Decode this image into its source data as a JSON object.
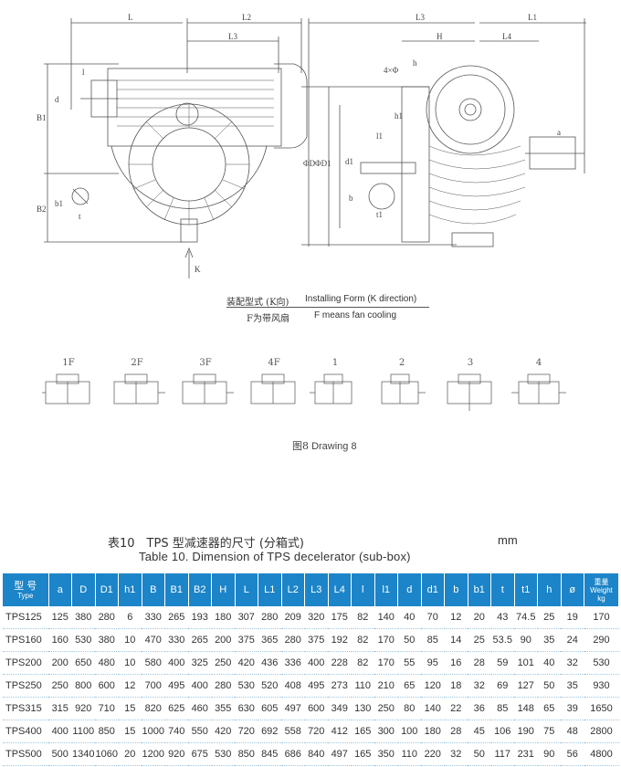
{
  "drawing": {
    "dims_top_left": [
      "L",
      "L2",
      "L3"
    ],
    "dims_top_right": [
      "L3",
      "L1",
      "H",
      "L4"
    ],
    "dims_left": [
      "l",
      "d",
      "B1",
      "B2",
      "b1",
      "t"
    ],
    "dims_right": [
      "h",
      "4×Φ",
      "h1",
      "l1",
      "d1",
      "ΦD",
      "ΦD1",
      "b",
      "t1",
      "a"
    ],
    "view_arrow_label": "K",
    "caption_zh": "装配型式 (K向)",
    "caption_en": "Installing Form (K direction)",
    "caption2_zh": "F为带风扇",
    "caption2_en": "F means fan cooling",
    "forms": [
      "1F",
      "2F",
      "3F",
      "4F",
      "1",
      "2",
      "3",
      "4"
    ],
    "figure_zh": "图8",
    "figure_en": "Drawing 8"
  },
  "table": {
    "title_zh": "表10　TPS 型减速器的尺寸 (分箱式)",
    "unit": "mm",
    "title_en": "Table 10. Dimension of TPS decelerator (sub-box)",
    "header_type_zh": "型 号",
    "header_type_en": "Type",
    "header_weight_zh": "重量",
    "header_weight_en": "Weight",
    "header_weight_unit": "kg",
    "columns": [
      "a",
      "D",
      "D1",
      "h1",
      "B",
      "B1",
      "B2",
      "H",
      "L",
      "L1",
      "L2",
      "L3",
      "L4",
      "l",
      "l1",
      "d",
      "d1",
      "b",
      "b1",
      "t",
      "t1",
      "h",
      "ø"
    ],
    "rows": [
      [
        "TPS125",
        "125",
        "380",
        "280",
        "6",
        "330",
        "265",
        "193",
        "180",
        "307",
        "280",
        "209",
        "320",
        "175",
        "82",
        "140",
        "40",
        "70",
        "12",
        "20",
        "43",
        "74.5",
        "25",
        "19",
        "170"
      ],
      [
        "TPS160",
        "160",
        "530",
        "380",
        "10",
        "470",
        "330",
        "265",
        "200",
        "375",
        "365",
        "280",
        "375",
        "192",
        "82",
        "170",
        "50",
        "85",
        "14",
        "25",
        "53.5",
        "90",
        "35",
        "24",
        "290"
      ],
      [
        "TPS200",
        "200",
        "650",
        "480",
        "10",
        "580",
        "400",
        "325",
        "250",
        "420",
        "436",
        "336",
        "400",
        "228",
        "82",
        "170",
        "55",
        "95",
        "16",
        "28",
        "59",
        "101",
        "40",
        "32",
        "530"
      ],
      [
        "TPS250",
        "250",
        "800",
        "600",
        "12",
        "700",
        "495",
        "400",
        "280",
        "530",
        "520",
        "408",
        "495",
        "273",
        "110",
        "210",
        "65",
        "120",
        "18",
        "32",
        "69",
        "127",
        "50",
        "35",
        "930"
      ],
      [
        "TPS315",
        "315",
        "920",
        "710",
        "15",
        "820",
        "625",
        "460",
        "355",
        "630",
        "605",
        "497",
        "600",
        "349",
        "130",
        "250",
        "80",
        "140",
        "22",
        "36",
        "85",
        "148",
        "65",
        "39",
        "1650"
      ],
      [
        "TPS400",
        "400",
        "1100",
        "850",
        "15",
        "1000",
        "740",
        "550",
        "420",
        "720",
        "692",
        "558",
        "720",
        "412",
        "165",
        "300",
        "100",
        "180",
        "28",
        "45",
        "106",
        "190",
        "75",
        "48",
        "2800"
      ],
      [
        "TPS500",
        "500",
        "1340",
        "1060",
        "20",
        "1200",
        "920",
        "675",
        "530",
        "850",
        "845",
        "686",
        "840",
        "497",
        "165",
        "350",
        "110",
        "220",
        "32",
        "50",
        "117",
        "231",
        "90",
        "56",
        "4800"
      ]
    ]
  },
  "colors": {
    "header_bg": "#1c84c8",
    "header_text": "#ffffff",
    "line": "#444444"
  }
}
